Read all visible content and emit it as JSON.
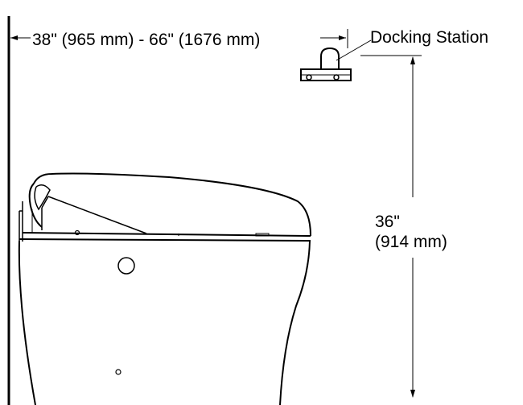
{
  "labels": {
    "horizontal_dimension": "38\" (965 mm) - 66\" (1676 mm)",
    "docking_station": "Docking Station",
    "vertical_dimension_line1": "36\"",
    "vertical_dimension_line2": "(914 mm)"
  },
  "colors": {
    "line": "#000000",
    "background": "#ffffff"
  }
}
